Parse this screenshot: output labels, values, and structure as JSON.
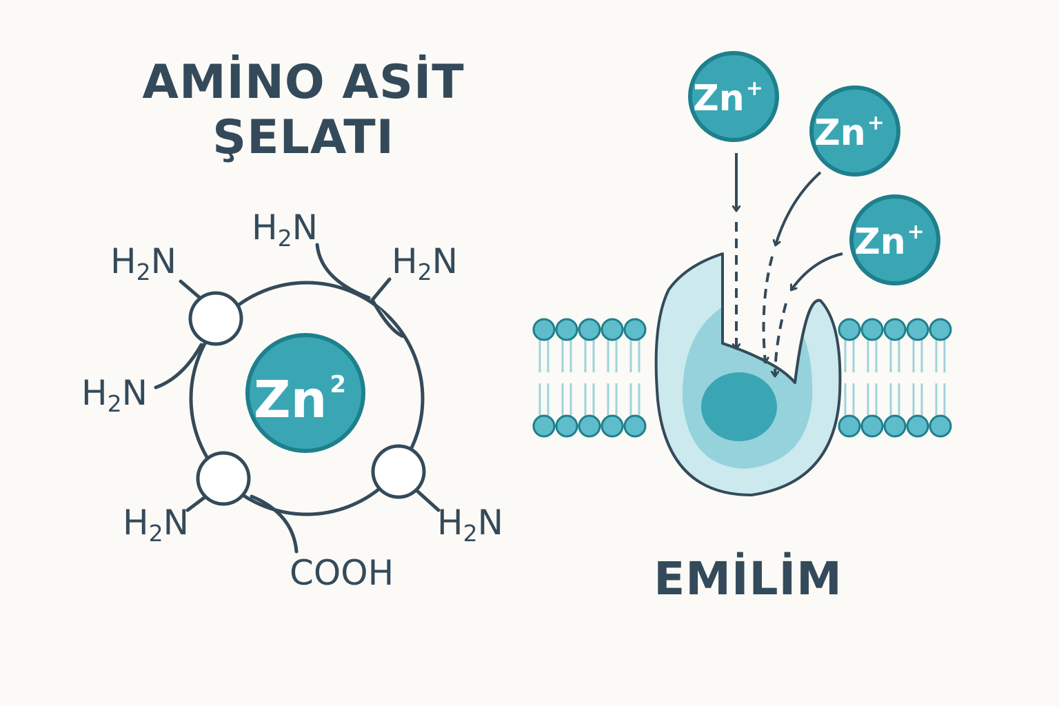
{
  "left_panel": {
    "title_line1": "AMİNO ASİT",
    "title_line2": "ŞELATI",
    "center_ion": {
      "symbol": "Zn",
      "superscript": "2"
    },
    "ligand_label": {
      "prefix": "H",
      "subscript": "2",
      "suffix": "N"
    },
    "acid_group": "COOH"
  },
  "right_panel": {
    "title": "EMİLİM",
    "free_ion": {
      "symbol": "Zn",
      "superscript": "+"
    }
  },
  "colors": {
    "background": "#fbfaf6",
    "outline": "#344a5a",
    "ion_fill": "#3aa6b4",
    "ion_stroke": "#1f7f8c",
    "lipid_head": "#5ebccb",
    "lipid_tail": "#9fd3dc",
    "protein_outer": "#cce9ee",
    "protein_inner": "#96d2dc",
    "protein_core": "#3aa6b4"
  }
}
